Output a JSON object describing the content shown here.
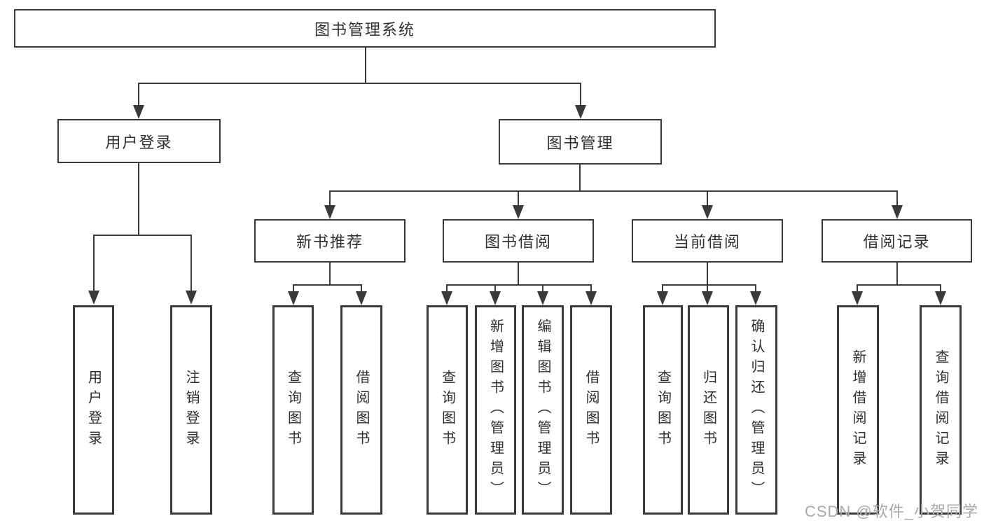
{
  "diagram": {
    "watermark": "CSDN @软件_小贺同学",
    "colors": {
      "line": "#3a3a3a",
      "box_border": "#3a3a3a",
      "text": "#2f2f2f",
      "watermark": "#a9a9a9",
      "background": "#ffffff"
    },
    "nodes": {
      "root": {
        "label": "图书管理系统"
      },
      "user_login": {
        "label": "用户登录"
      },
      "book_management": {
        "label": "图书管理"
      },
      "new_book_recommend": {
        "label": "新书推荐"
      },
      "book_borrowing": {
        "label": "图书借阅"
      },
      "current_borrowing": {
        "label": "当前借阅"
      },
      "borrow_records": {
        "label": "借阅记录"
      },
      "login_user_login": {
        "label": "用户登录"
      },
      "login_logout": {
        "label": "注销登录"
      },
      "recommend_query_books": {
        "label": "查询图书"
      },
      "recommend_borrow_books": {
        "label": "借阅图书"
      },
      "borrowing_query_books": {
        "label": "查询图书"
      },
      "borrowing_add_books": {
        "label": "新增图书（管理员）"
      },
      "borrowing_edit_books": {
        "label": "编辑图书（管理员）"
      },
      "borrowing_borrow_books": {
        "label": "借阅图书"
      },
      "current_query_books": {
        "label": "查询图书"
      },
      "current_return_books": {
        "label": "归还图书"
      },
      "current_confirm_return": {
        "label": "确认归还（管理员）"
      },
      "records_add_record": {
        "label": "新增借阅记录"
      },
      "records_query_record": {
        "label": "查询借阅记录"
      }
    }
  }
}
